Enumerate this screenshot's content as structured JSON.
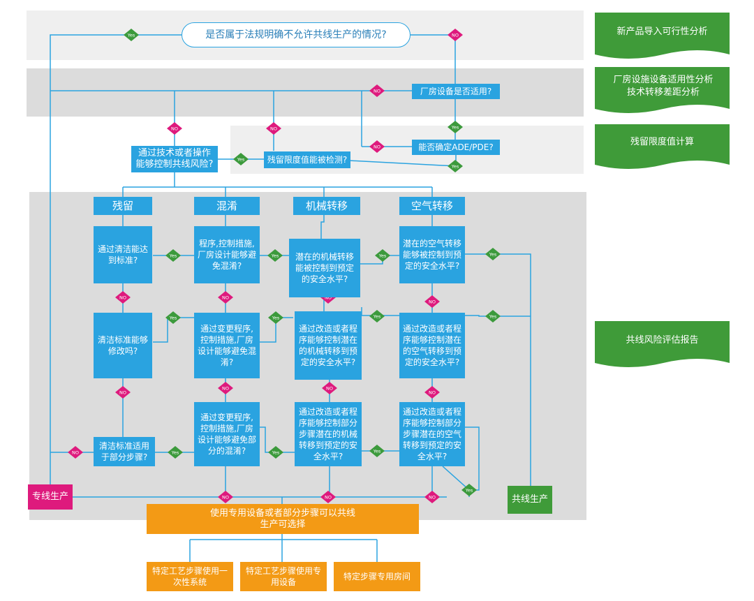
{
  "title_question": "是否属于法规明确不允许共线生产的情况?",
  "facility_question": "厂房设备是否适用?",
  "ade_question": "能否确定ADE/PDE?",
  "control_question": "通过技术或者操作能够控制共线风险?",
  "residue_detect_question": "残留限度值能被检测?",
  "categories": [
    "残留",
    "混淆",
    "机械转移",
    "空气转移"
  ],
  "residue": {
    "q1": "通过清洁能达到标准?",
    "q2": "清洁标准能够修改吗?",
    "q3": "清洁标准适用于部分步骤?"
  },
  "mixup": {
    "q1": "程序,控制措施,厂房设计能够避免混淆?",
    "q2": "通过变更程序,控制措施,厂房设计能够避免混淆?",
    "q3": "通过变更程序,控制措施,厂房设计能够避免部分的混淆?"
  },
  "mechanical": {
    "q1": "潜在的机械转移能被控制到预定的安全水平?",
    "q2": "通过改造或者程序能够控制潜在的机械转移到预定的安全水平?",
    "q3": "通过改造或者程序能够控制部分步骤潜在的机械转移到预定的安全水平?"
  },
  "air": {
    "q1": "潜在的空气转移能够被控制到预定的安全水平?",
    "q2": "通过改造或者程序能够控制潜在的空气转移到预定的安全水平?",
    "q3": "通过改造或者程序能够控制部分步骤潜在的空气转移到预定的安全水平?"
  },
  "outcomes": {
    "dedicated": "专线生产",
    "shared": "共线生产",
    "options_title": "使用专用设备或者部分步骤可以共线生产可选择",
    "option1": "特定工艺步骤使用一次性系统",
    "option2": "特定工艺步骤使用专用设备",
    "option3": "特定步骤专用房间"
  },
  "side_docs": [
    "新产品导入可行性分析",
    "厂房设施设备适用性分析 技术转移差距分析",
    "残留限度值计算",
    "共线风险评估报告"
  ],
  "decision_labels": {
    "yes": "Yes",
    "no": "NO"
  },
  "colors": {
    "box_blue": "#2aa3e0",
    "line_blue": "#2aa3e0",
    "yes_green": "#3c9a3c",
    "no_magenta": "#de1a7d",
    "orange": "#f39a15",
    "band_light": "#efefef",
    "band_mid": "#dcdcdc",
    "doc_green": "#3f9b39"
  }
}
